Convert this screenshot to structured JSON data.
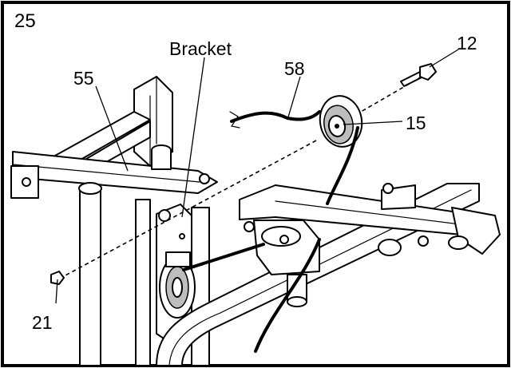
{
  "diagram": {
    "step_number": "25",
    "callouts": {
      "bracket": "Bracket",
      "part_55": "55",
      "part_58": "58",
      "part_12": "12",
      "part_15": "15",
      "part_21": "21"
    },
    "colors": {
      "line": "#000000",
      "background": "#ffffff",
      "shading": "#bdbdbd"
    }
  }
}
